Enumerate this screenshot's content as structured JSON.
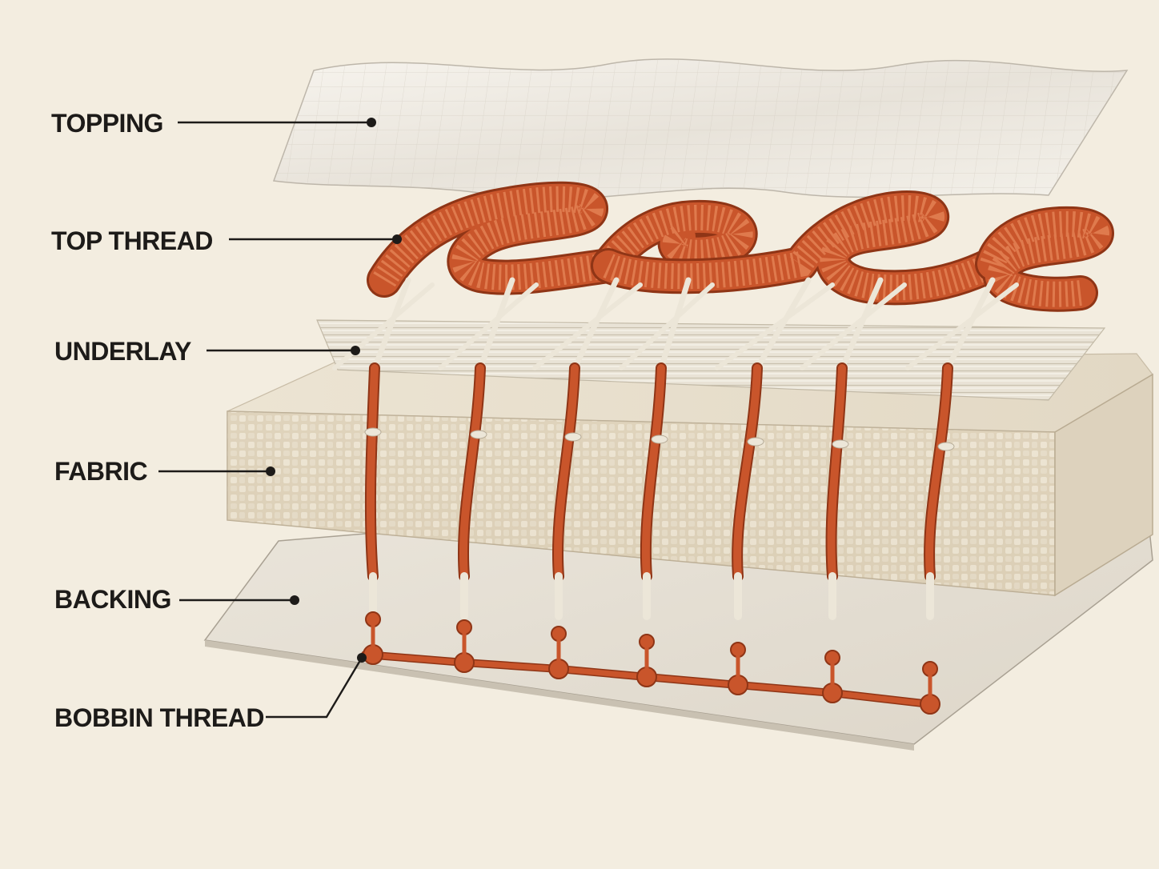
{
  "colors": {
    "background": "#f3ede0",
    "thread_orange": "#c9552b",
    "thread_white": "#ece6d8",
    "fabric": "#e4dac6",
    "label_text": "#1d1b19"
  },
  "labels": {
    "topping": "TOPPING",
    "top_thread": "TOP THREAD",
    "underlay": "UNDERLAY",
    "fabric": "FABRIC",
    "backing": "BACKING",
    "bobbin_thread": "BOBBIN THREAD"
  }
}
